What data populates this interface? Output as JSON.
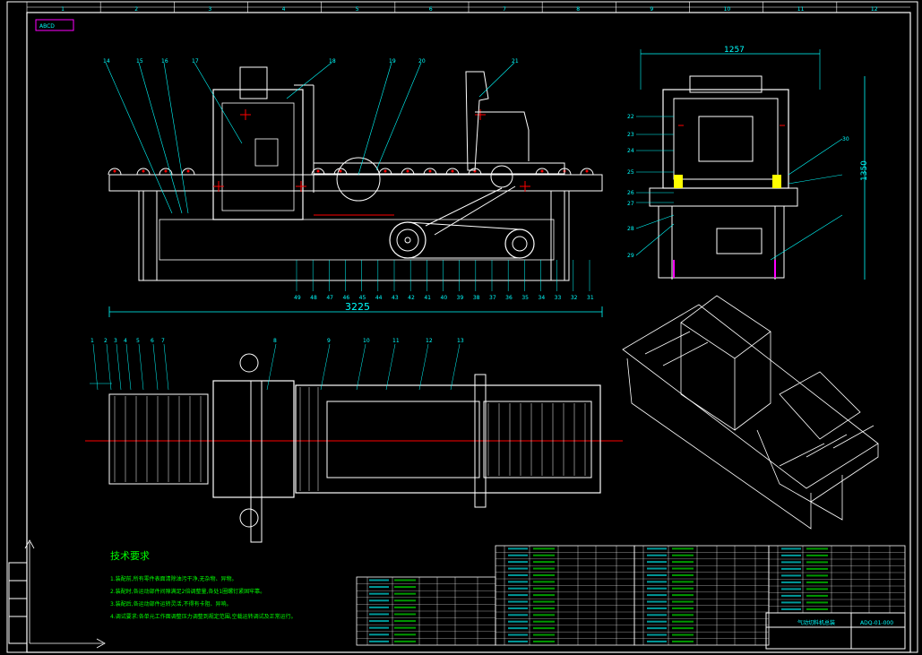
{
  "title_stamp": "ABCD",
  "column_numbers": [
    "1",
    "2",
    "3",
    "4",
    "5",
    "6",
    "7",
    "8",
    "9",
    "10",
    "11",
    "12"
  ],
  "dims": {
    "front_width": "3225",
    "side_width": "1257",
    "side_height": "1350"
  },
  "front_callouts": [
    "14",
    "15",
    "16",
    "17",
    "18",
    "19",
    "20",
    "21"
  ],
  "front_bottom_callouts": [
    "49",
    "48",
    "47",
    "46",
    "45",
    "44",
    "43",
    "42",
    "41",
    "40",
    "39",
    "38",
    "37",
    "36",
    "35",
    "34",
    "33",
    "32",
    "31"
  ],
  "plan_callouts": [
    "1",
    "2",
    "3",
    "4",
    "5",
    "6",
    "7",
    "8",
    "9",
    "10",
    "11",
    "12",
    "13"
  ],
  "side_callouts": [
    "22",
    "23",
    "24",
    "25",
    "26",
    "27",
    "28",
    "29",
    "30"
  ],
  "tech_title": "技术要求",
  "tech_notes": [
    "1.装配前,所有零件表面清除油污干净,无杂物、异物。",
    "2.装配时,各运动部件间隙满足2倍调整量,各处1圈螺钉紧固牢靠。",
    "3.装配后,各运动部件运转灵活,不得有卡阻、异响。",
    "4.调试要求:各单元工作面调整压力调整到规定范围,空载运转调试及正常运行。"
  ],
  "title_block": {
    "drawing_name": "气动切料机总装",
    "code": "ADQ-01-000"
  }
}
